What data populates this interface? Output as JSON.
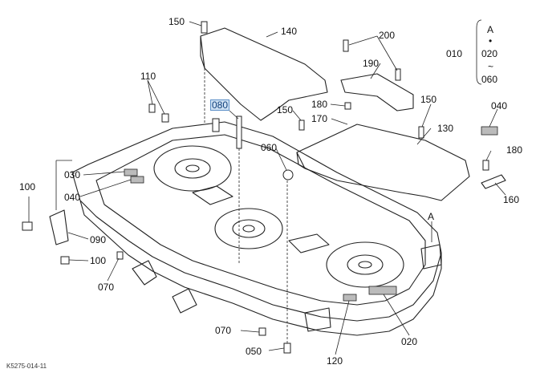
{
  "diagram": {
    "figure_code": "K5275-014-11",
    "callouts": [
      {
        "id": "150a",
        "text": "150"
      },
      {
        "id": "140",
        "text": "140"
      },
      {
        "id": "200",
        "text": "200"
      },
      {
        "id": "010",
        "text": "010"
      },
      {
        "id": "110",
        "text": "110"
      },
      {
        "id": "190",
        "text": "190"
      },
      {
        "id": "080",
        "text": "080"
      },
      {
        "id": "150b",
        "text": "150"
      },
      {
        "id": "180a",
        "text": "180"
      },
      {
        "id": "150c",
        "text": "150"
      },
      {
        "id": "040a",
        "text": "040"
      },
      {
        "id": "170",
        "text": "170"
      },
      {
        "id": "130",
        "text": "130"
      },
      {
        "id": "060",
        "text": "060"
      },
      {
        "id": "180b",
        "text": "180"
      },
      {
        "id": "030",
        "text": "030"
      },
      {
        "id": "100a",
        "text": "100"
      },
      {
        "id": "040b",
        "text": "040"
      },
      {
        "id": "160",
        "text": "160"
      },
      {
        "id": "a_point",
        "text": "A"
      },
      {
        "id": "090",
        "text": "090"
      },
      {
        "id": "100b",
        "text": "100"
      },
      {
        "id": "070a",
        "text": "070"
      },
      {
        "id": "070b",
        "text": "070"
      },
      {
        "id": "050",
        "text": "050"
      },
      {
        "id": "120",
        "text": "120"
      },
      {
        "id": "020",
        "text": "020"
      }
    ],
    "set_legend": {
      "letter": "A",
      "bullet": "•",
      "start": "020",
      "tilde": "~",
      "end": "060"
    }
  }
}
